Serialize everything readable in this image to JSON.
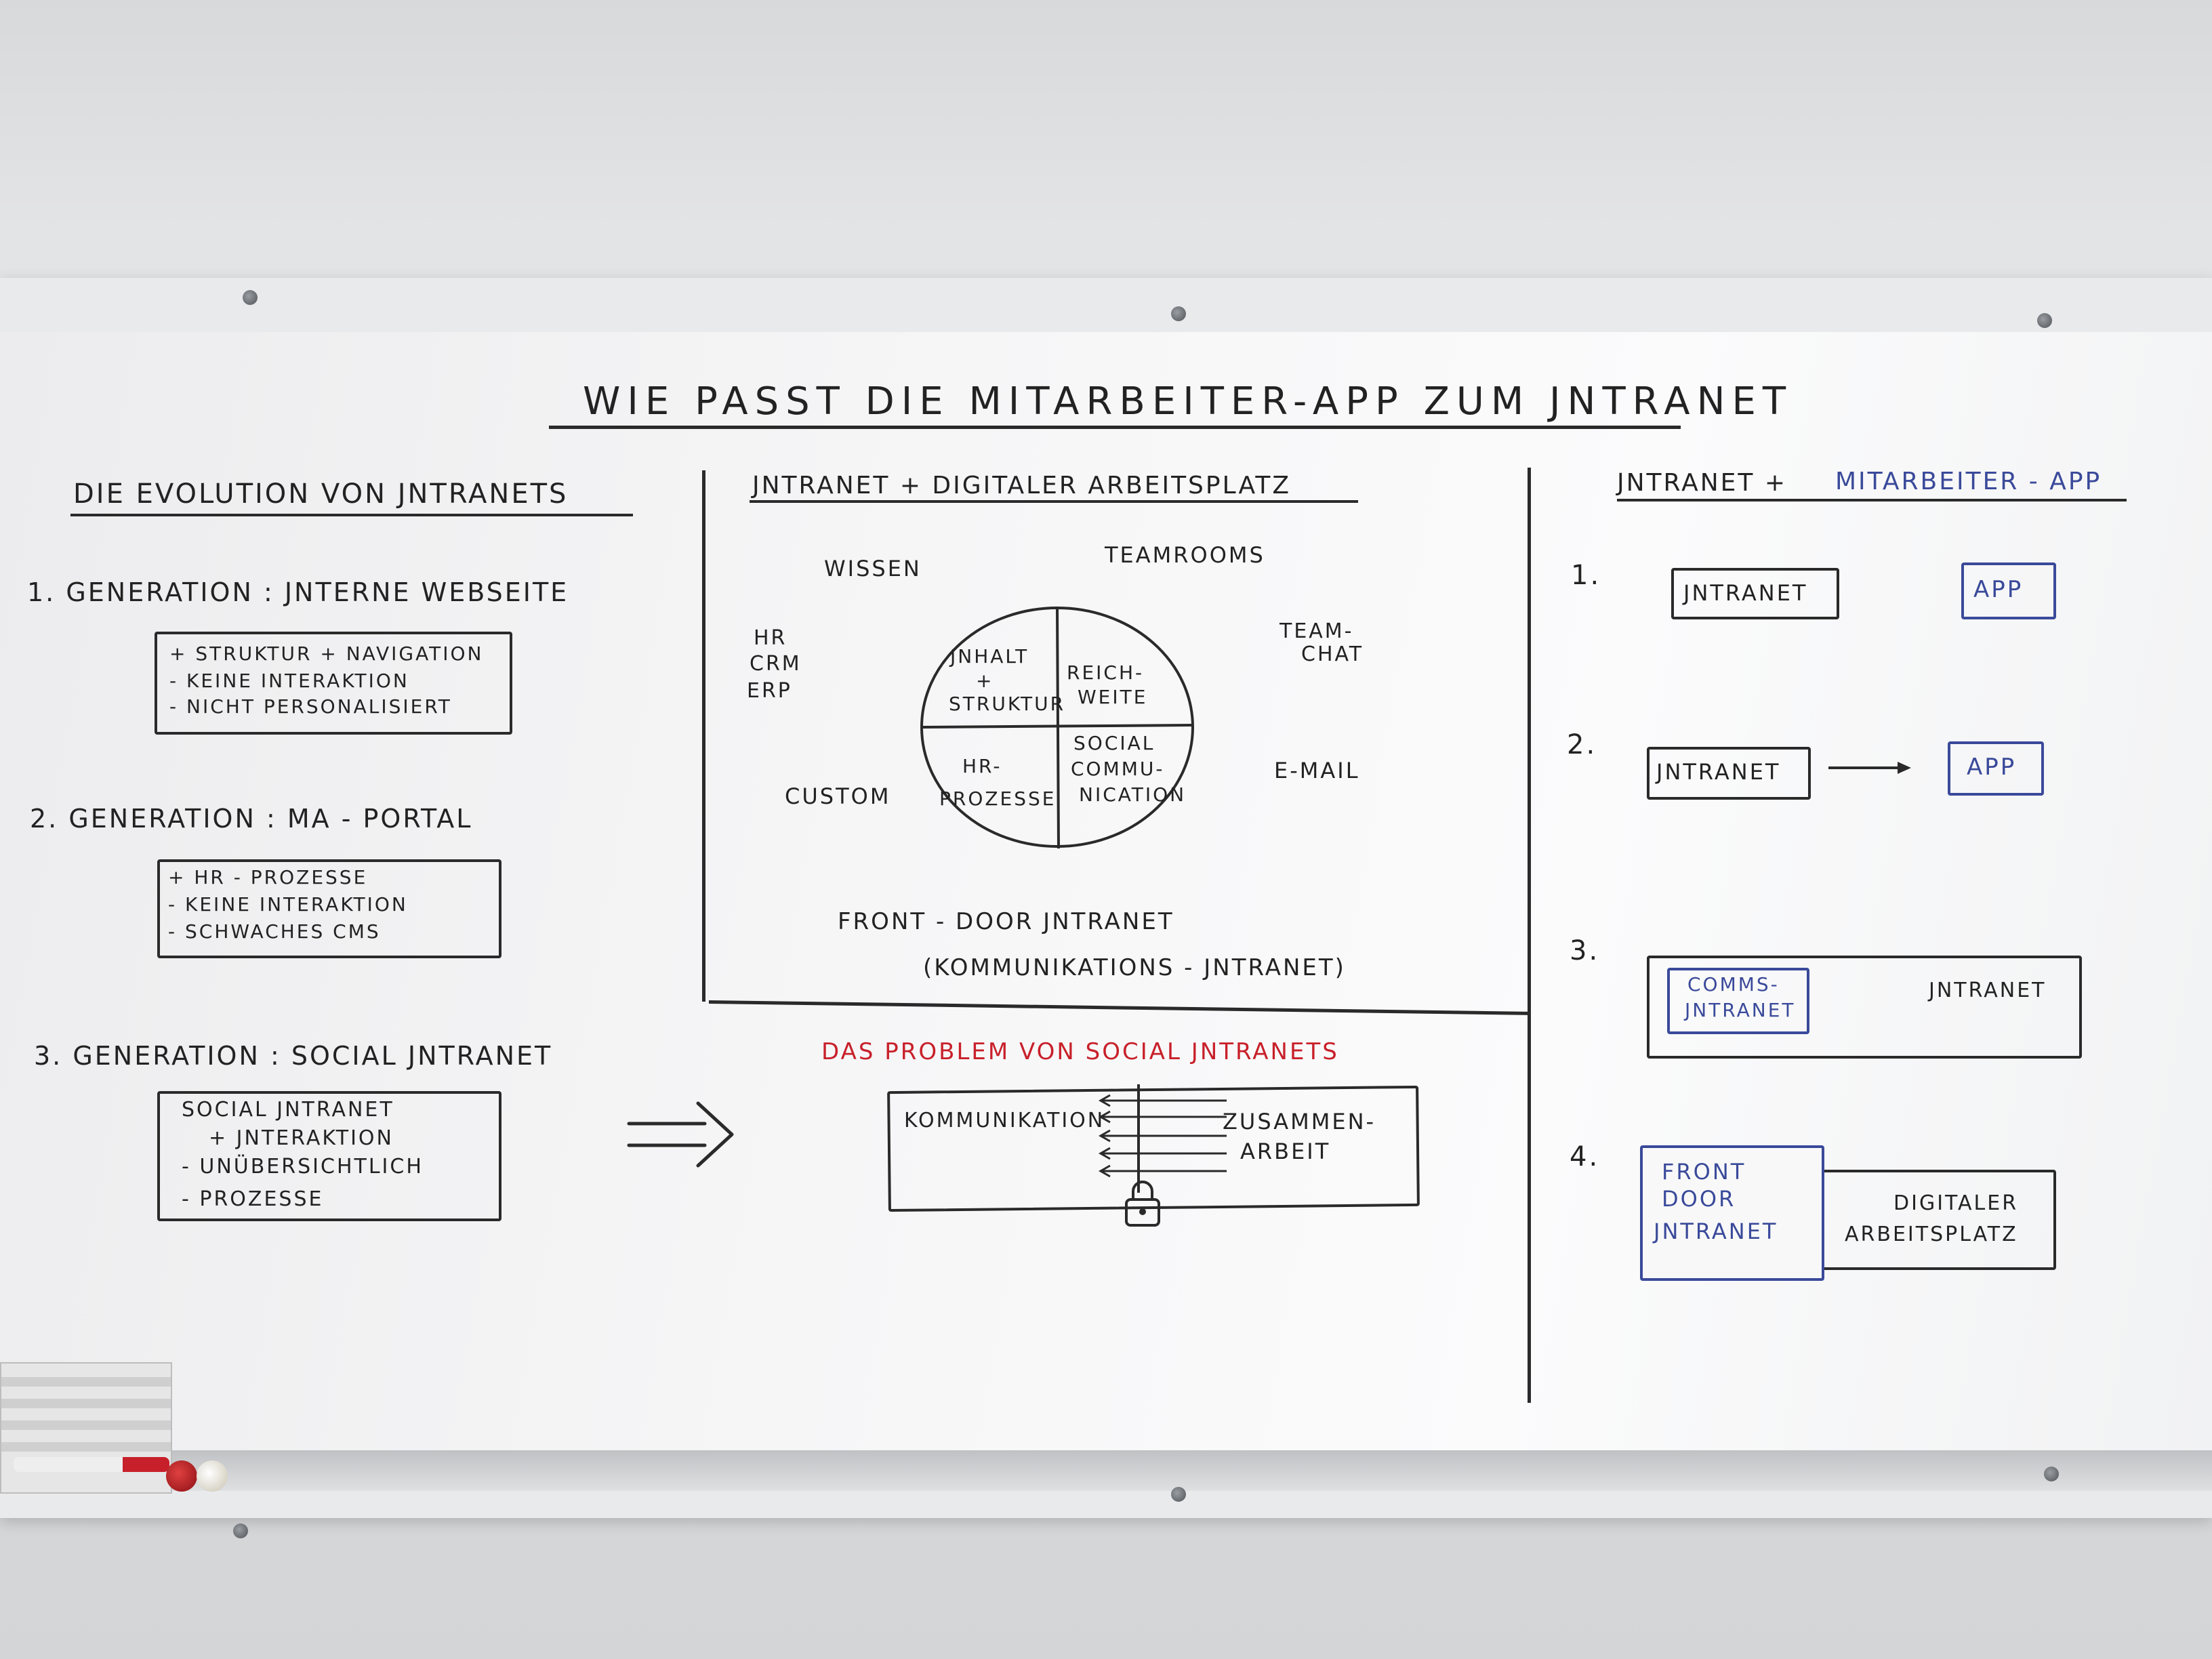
{
  "title": "WIE PASST DIE MITARBEITER-APP ZUM JNTRANET",
  "left": {
    "heading": "DIE EVOLUTION VON JNTRANETS",
    "gen1": {
      "label": "1. GENERATION : JNTERNE WEBSEITE",
      "items": [
        "+ STRUKTUR + NAVIGATION",
        "- KEINE INTERAKTION",
        "- NICHT PERSONALISIERT"
      ]
    },
    "gen2": {
      "label": "2. GENERATION : MA - PORTAL",
      "items": [
        "+ HR - PROZESSE",
        "- KEINE INTERAKTION",
        "- SCHWACHES CMS"
      ]
    },
    "gen3": {
      "label": "3. GENERATION : SOCIAL JNTRANET",
      "items": [
        "SOCIAL JNTRANET",
        "+ JNTERAKTION",
        "- UNÜBERSICHTLICH",
        "- PROZESSE"
      ]
    }
  },
  "middle": {
    "heading": "JNTRANET + DIGITALER ARBEITSPLATZ",
    "outer": {
      "wissen": "WISSEN",
      "teamrooms": "TEAMROOMS",
      "hr": "HR",
      "crm": "CRM",
      "erp": "ERP",
      "teamchat_1": "TEAM-",
      "teamchat_2": "CHAT",
      "custom": "CUSTOM",
      "email": "E-MAIL"
    },
    "quadrants": {
      "q1_a": "JNHALT",
      "q1_b": "+",
      "q1_c": "STRUKTUR",
      "q2_a": "REICH-",
      "q2_b": "WEITE",
      "q3_a": "HR-",
      "q3_b": "PROZESSE",
      "q4_a": "SOCIAL",
      "q4_b": "COMMU-",
      "q4_c": "NICATION"
    },
    "front_door": "FRONT - DOOR JNTRANET",
    "front_door_sub": "(KOMMUNIKATIONS - JNTRANET)",
    "problem_heading": "DAS PROBLEM VON SOCIAL JNTRANETS",
    "problem_left": "KOMMUNIKATION",
    "problem_right_1": "ZUSAMMEN-",
    "problem_right_2": "ARBEIT"
  },
  "right": {
    "heading_black": "JNTRANET +",
    "heading_blue": "MITARBEITER - APP",
    "s1": {
      "num": "1.",
      "intranet": "JNTRANET",
      "app": "APP"
    },
    "s2": {
      "num": "2.",
      "intranet": "JNTRANET",
      "app": "APP"
    },
    "s3": {
      "num": "3.",
      "comms_1": "COMMS-",
      "comms_2": "JNTRANET",
      "intranet": "JNTRANET"
    },
    "s4": {
      "num": "4.",
      "fd_1": "FRONT",
      "fd_2": "DOOR",
      "fd_3": "JNTRANET",
      "dw_1": "DIGITALER",
      "dw_2": "ARBEITSPLATZ"
    }
  },
  "colors": {
    "ink": "#2a2a2a",
    "red_ink": "#c8202a",
    "blue_ink": "#3a4a9a",
    "board": "#f6f6f7"
  }
}
